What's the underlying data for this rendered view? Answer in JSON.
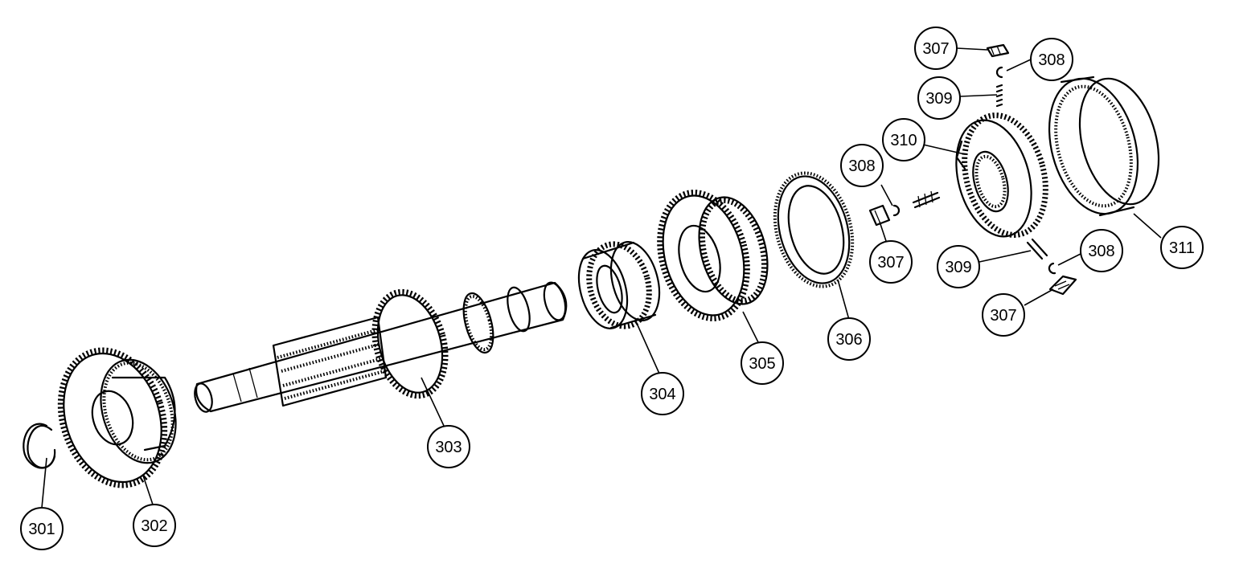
{
  "callouts": [
    {
      "id": "301",
      "label": "301"
    },
    {
      "id": "302",
      "label": "302"
    },
    {
      "id": "303",
      "label": "303"
    },
    {
      "id": "304",
      "label": "304"
    },
    {
      "id": "305",
      "label": "305"
    },
    {
      "id": "306",
      "label": "306"
    },
    {
      "id": "307a",
      "label": "307"
    },
    {
      "id": "307b",
      "label": "307"
    },
    {
      "id": "307c",
      "label": "307"
    },
    {
      "id": "308a",
      "label": "308"
    },
    {
      "id": "308b",
      "label": "308"
    },
    {
      "id": "308c",
      "label": "308"
    },
    {
      "id": "309a",
      "label": "309"
    },
    {
      "id": "309b",
      "label": "309"
    },
    {
      "id": "310",
      "label": "310"
    },
    {
      "id": "311",
      "label": "311"
    }
  ]
}
